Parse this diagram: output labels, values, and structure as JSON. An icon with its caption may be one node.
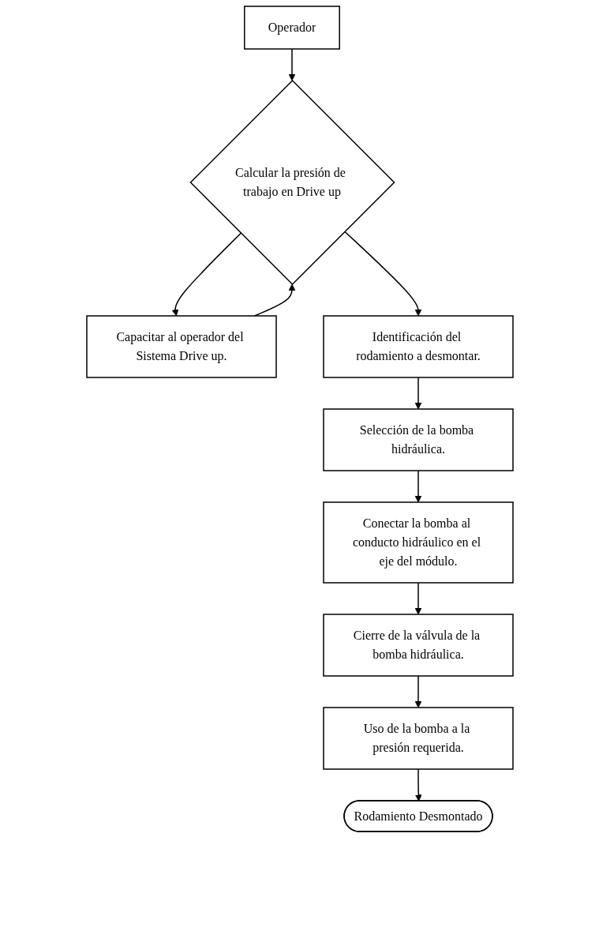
{
  "diagram": {
    "nodes": [
      {
        "text": [
          "Operador"
        ]
      },
      {
        "text": [
          "Calcular la presión de trabajo en Drive up"
        ]
      },
      {
        "text": [
          "Capacitar al operador del Sistema Drive up."
        ]
      },
      {
        "text": [
          "Identificación del rodamiento a desmontar."
        ]
      },
      {
        "text": [
          "Selección de la bomba hidráulica."
        ]
      },
      {
        "text": [
          "Conectar la bomba al conducto hidráulico en el eje del módulo."
        ]
      },
      {
        "text": [
          "Cierre de la válvula de la bomba hidráulica."
        ]
      },
      {
        "text": [
          "Uso de la bomba a la presión requerida."
        ]
      },
      {
        "text": [
          "Rodamiento Desmontado"
        ]
      }
    ],
    "edges": [
      {
        "from": 0,
        "to": 1,
        "arrow": "to"
      },
      {
        "from": 1,
        "to": 2,
        "arrow": "to"
      },
      {
        "from": 2,
        "to": 1,
        "arrow": "to"
      },
      {
        "from": 1,
        "to": 3,
        "arrow": "to"
      },
      {
        "from": 3,
        "to": 4,
        "arrow": "to"
      },
      {
        "from": 4,
        "to": 5,
        "arrow": "to"
      },
      {
        "from": 5,
        "to": 6,
        "arrow": "to"
      },
      {
        "from": 6,
        "to": 7,
        "arrow": "to"
      },
      {
        "from": 7,
        "to": 8,
        "arrow": "to"
      }
    ]
  }
}
